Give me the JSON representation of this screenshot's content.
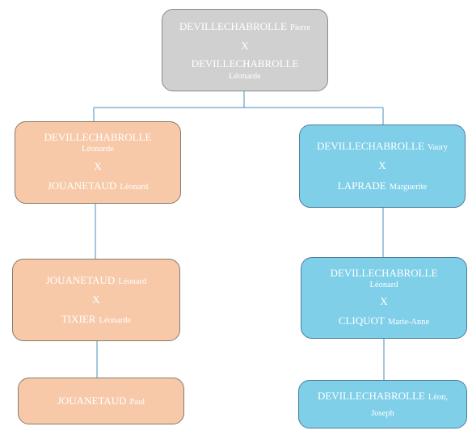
{
  "root": {
    "line1_surname": "DEVILLECHABROLLE",
    "line1_given": "Pierre",
    "separator": "X",
    "line2_surname": "DEVILLECHABROLLE",
    "line2_given": "Léonarde"
  },
  "left": {
    "gen1": {
      "line1_surname": "DEVILLECHABROLLE",
      "line1_given": "Léonarde",
      "separator": "X",
      "line2_surname": "JOUANETAUD",
      "line2_given": "Léonard"
    },
    "gen2": {
      "line1_surname": "JOUANETAUD",
      "line1_given": "Léonard",
      "separator": "X",
      "line2_surname": "TIXIER",
      "line2_given": "Léonarde"
    },
    "gen3": {
      "surname": "JOUANETAUD",
      "given": "Paul"
    }
  },
  "right": {
    "gen1": {
      "line1_surname": "DEVILLECHABROLLE",
      "line1_given": "Vaury",
      "separator": "X",
      "line2_surname": "LAPRADE",
      "line2_given": "Marguerite"
    },
    "gen2": {
      "line1_surname": "DEVILLECHABROLLE",
      "line1_given": "Léonard",
      "separator": "X",
      "line2_surname": "CLIQUOT",
      "line2_given": "Marie-Anne"
    },
    "gen3": {
      "surname": "DEVILLECHABROLLE",
      "given": "Léon, Joseph"
    }
  },
  "colors": {
    "root_fill": "#d0d0d0",
    "left_fill": "#f7c9a9",
    "right_fill": "#7fcfe9",
    "connector": "#4a8fb8",
    "text": "#ffffff"
  }
}
